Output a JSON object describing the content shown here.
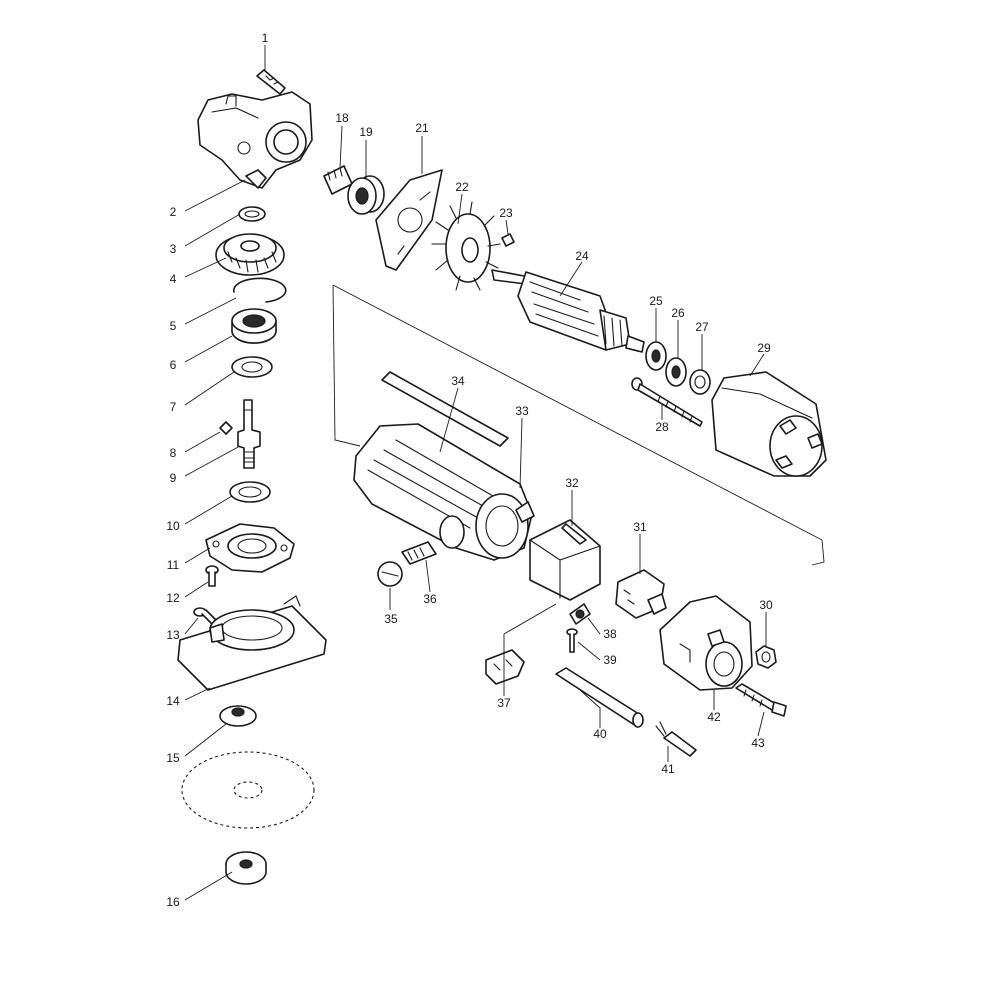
{
  "callouts": [
    "1",
    "2",
    "3",
    "4",
    "5",
    "6",
    "7",
    "8",
    "9",
    "10",
    "11",
    "12",
    "13",
    "14",
    "15",
    "16",
    "18",
    "19",
    "21",
    "22",
    "23",
    "24",
    "25",
    "26",
    "27",
    "28",
    "29",
    "30",
    "31",
    "32",
    "33",
    "34",
    "35",
    "36",
    "37",
    "38",
    "39",
    "40",
    "41",
    "42",
    "43"
  ]
}
